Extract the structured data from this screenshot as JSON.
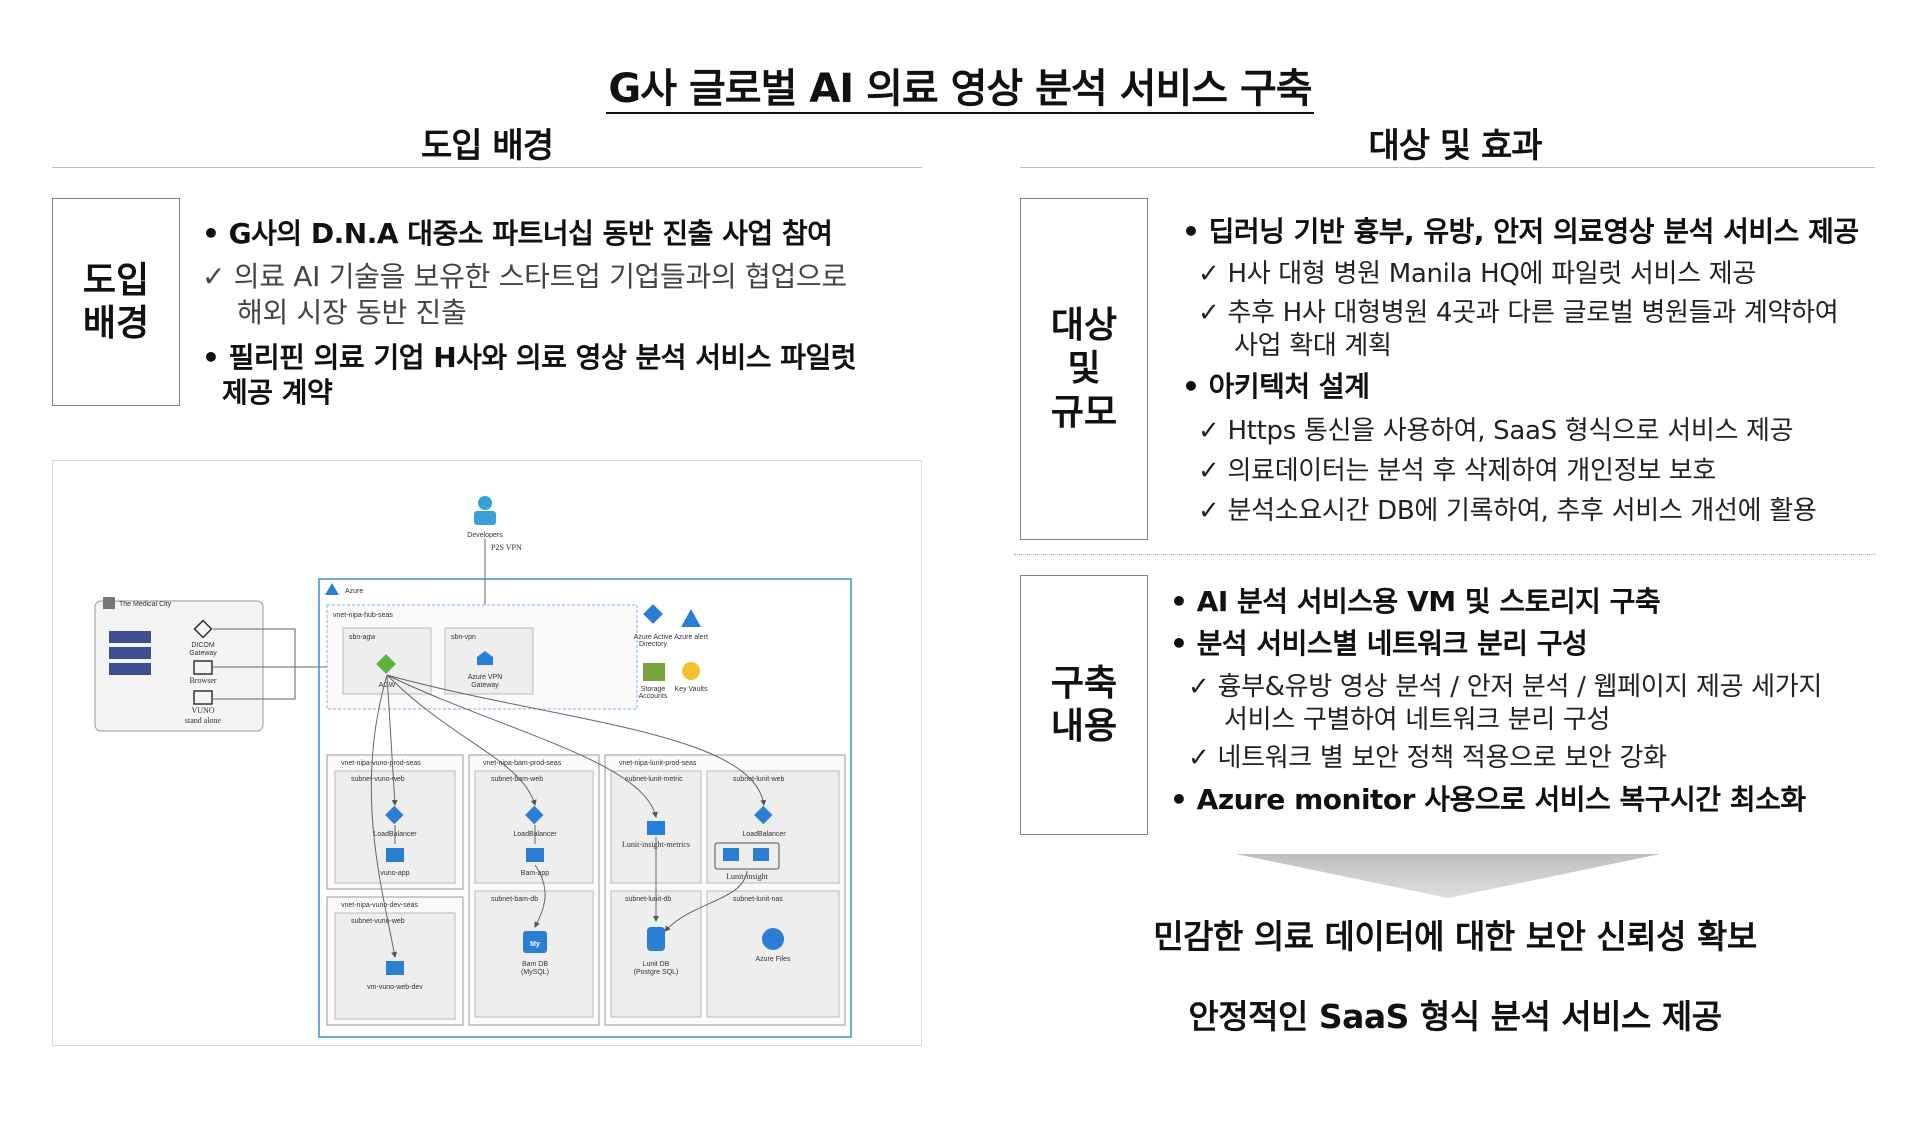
{
  "title": "G사 글로벌 AI 의료 영상 분석 서비스 구축",
  "left": {
    "heading": "도입 배경",
    "box_label": "도입\n배경",
    "bullets": [
      "• G사의 D.N.A 대중소 파트너십 동반 진출 사업 참여",
      "✓ 의료 AI 기술을 보유한 스타트업 기업들과의 협업으로",
      "해외 시장 동반 진출",
      "• 필리핀  의료 기업 H사와 의료 영상 분석 서비스 파일럿",
      "제공 계약"
    ]
  },
  "right": {
    "heading": "대상 및 효과",
    "box1_label": "대상\n및\n규모",
    "box1_items": [
      "• 딥러닝 기반 흉부, 유방, 안저 의료영상 분석 서비스 제공",
      "✓ H사 대형 병원 Manila HQ에 파일럿 서비스 제공",
      "✓ 추후 H사 대형병원 4곳과 다른 글로벌 병원들과 계약하여",
      "사업 확대 계획",
      "• 아키텍처 설계",
      "✓ Https 통신을 사용하여, SaaS 형식으로 서비스 제공",
      "✓ 의료데이터는 분석 후 삭제하여 개인정보 보호",
      "✓ 분석소요시간 DB에 기록하여, 추후 서비스 개선에 활용"
    ],
    "box2_label": "구축\n내용",
    "box2_items": [
      "• AI 분석 서비스용 VM 및 스토리지 구축",
      "• 분석  서비스별 네트워크 분리 구성",
      "✓ 흉부&유방 영상 분석 / 안저 분석 / 웹페이지 제공 세가지",
      "서비스 구별하여 네트워크 분리 구성",
      "✓ 네트워크 별 보안 정책 적용으로 보안 강화",
      "• Azure monitor 사용으로 서비스 복구시간 최소화"
    ],
    "results": [
      "민감한 의료 데이터에 대한 보안 신뢰성 확보",
      "안정적인 SaaS 형식 분석 서비스 제공"
    ]
  },
  "diagram": {
    "developers": "Developers",
    "p2s": "P2S VPN",
    "medical_city": "The Medical City",
    "dicom": "DICOM",
    "gateway": "Gateway",
    "browser": "Browser",
    "vuno": "VUNO",
    "standalone": "stand alone",
    "azure": "Azure",
    "hub": "vnet-nipa-hub-seas",
    "sbn_agw": "sbn-agw",
    "sbn_vpn": "sbn-vpn",
    "agw": "AGW",
    "vpngw1": "Azure VPN",
    "vpngw2": "Gateway",
    "aad1": "Azure Active",
    "aad2": "Directory",
    "alert": "Azure alert",
    "storage1": "Storage",
    "storage2": "Accounts",
    "keyvault": "Key Vaults",
    "vuno_prod": "vnet-nipa-vuno-prod-seas",
    "bam_prod": "vnet-nipa-bam-prod-seas",
    "lunit_prod": "vnet-nipa-lunit-prod-seas",
    "vuno_dev": "vnet-nipa-vuno-dev-seas",
    "sub_vuno_web": "subnet-vuno-web",
    "sub_bam_web": "subnet-bam-web",
    "sub_lunit_metric": "subnet-lunit-metric",
    "sub_lunit_web": "subnet-lunit-web",
    "sub_bam_db": "subnet-bam-db",
    "sub_lunit_db": "subnet-lunit-db",
    "sub_lunit_nas": "subnet-lunit-nas",
    "sub_vuno_web_dev": "subnet-vuno-web",
    "lb": "LoadBalancer",
    "vuno_app": "vuno-app",
    "bam_app": "Bam-app",
    "insight_metrics": "Lunit-insight-metrics",
    "insight": "Lunit-insight",
    "bam_db1": "Bam DB",
    "bam_db2": "(MySQL)",
    "lunit_db1": "Lunit DB",
    "lunit_db2": "(Postgre SQL)",
    "files": "Azure Files",
    "vm_dev": "vm-vuno-web-dev",
    "my": "My"
  }
}
